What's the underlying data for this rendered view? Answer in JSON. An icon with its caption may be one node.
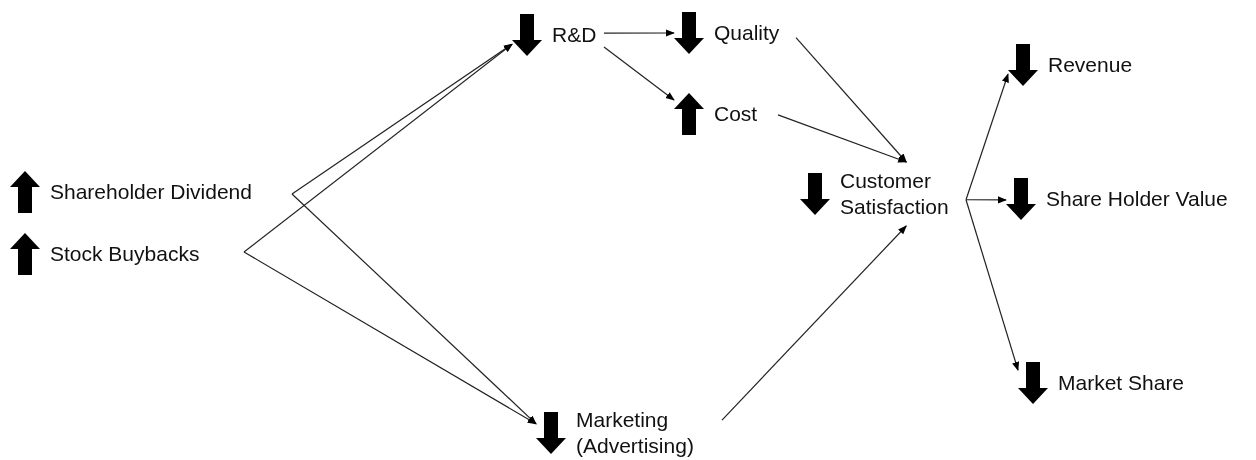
{
  "diagram": {
    "nodes": [
      {
        "text": [
          "Shareholder Dividend"
        ]
      },
      {
        "text": [
          "Stock Buybacks"
        ]
      },
      {
        "text": [
          "R&D"
        ]
      },
      {
        "text": [
          "Quality"
        ]
      },
      {
        "text": [
          "Cost"
        ]
      },
      {
        "text": [
          "Marketing (Advertising)"
        ]
      },
      {
        "text": [
          "Customer Satisfaction"
        ]
      },
      {
        "text": [
          "Revenue"
        ]
      },
      {
        "text": [
          "Share Holder Value"
        ]
      },
      {
        "text": [
          "Market Share"
        ]
      }
    ],
    "edges": [
      {
        "from": 0,
        "to": 2,
        "arrow": "to"
      },
      {
        "from": 0,
        "to": 5,
        "arrow": "to"
      },
      {
        "from": 1,
        "to": 2,
        "arrow": "to"
      },
      {
        "from": 1,
        "to": 5,
        "arrow": "to"
      },
      {
        "from": 2,
        "to": 3,
        "arrow": "to"
      },
      {
        "from": 2,
        "to": 4,
        "arrow": "to"
      },
      {
        "from": 3,
        "to": 6,
        "arrow": "to"
      },
      {
        "from": 4,
        "to": 6,
        "arrow": "to"
      },
      {
        "from": 5,
        "to": 6,
        "arrow": "to"
      },
      {
        "from": 6,
        "to": 7,
        "arrow": "to"
      },
      {
        "from": 6,
        "to": 8,
        "arrow": "to"
      },
      {
        "from": 6,
        "to": 9,
        "arrow": "to"
      }
    ]
  }
}
